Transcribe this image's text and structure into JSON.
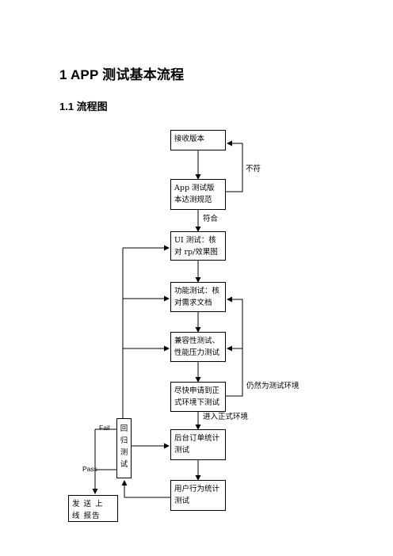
{
  "heading1": "1 APP 测试基本流程",
  "heading2": "1.1 流程图",
  "flow": {
    "box1": "接收版本",
    "box2": "App 测试版本达测规范",
    "box3": "UI 测试：核对 rp/效果图",
    "box4": "功能测试：核对需求文档",
    "box5": "兼容性测试、性能压力测试",
    "box6": "尽快申请到正式环境下测试",
    "box7": "后台订单统计测试",
    "box8": "用户行为统计测试",
    "regression": [
      "回",
      "归",
      "测",
      "试"
    ],
    "send_report": "发 送 上 线 报告",
    "label_not_match": "不符",
    "label_match": "符合",
    "label_still_test_env": "仍然为测试环境",
    "label_enter_prod": "进入正式环境",
    "label_fail": "Fail",
    "label_pass": "Pass"
  }
}
